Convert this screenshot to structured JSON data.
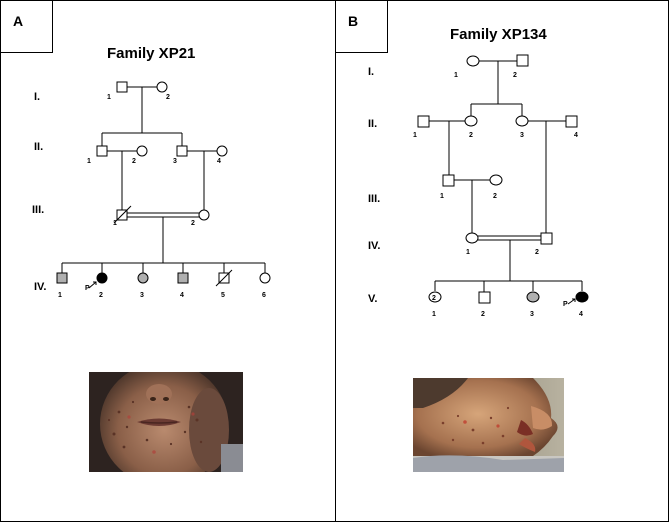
{
  "panelA": {
    "letter": "A",
    "title": "Family XP21",
    "generations": [
      "I.",
      "II.",
      "III.",
      "IV."
    ],
    "individuals": {
      "I1": "1",
      "I2": "2",
      "II1": "1",
      "II2": "2",
      "II3": "3",
      "II4": "4",
      "III1": "1",
      "III2": "2",
      "IV1": "1",
      "IV2": "2",
      "IV3": "3",
      "IV4": "4",
      "IV5": "5",
      "IV6": "6"
    },
    "proband_marker": "P",
    "photo": "clinical-photo-face"
  },
  "panelB": {
    "letter": "B",
    "title": "Family XP134",
    "generations": [
      "I.",
      "II.",
      "III.",
      "IV.",
      "V."
    ],
    "individuals": {
      "I1": "1",
      "I2": "2",
      "II1": "1",
      "II2": "2",
      "II3": "3",
      "II4": "4",
      "III1": "1",
      "III2": "2",
      "IV1": "1",
      "IV2": "2",
      "V1": "1",
      "V2": "2",
      "V3": "3",
      "V4": "4",
      "V1_inner": "2"
    },
    "proband_marker": "P",
    "photo": "clinical-photo-face-profile"
  },
  "colors": {
    "affected": "#000000",
    "carrier_grey": "#b0b0b0",
    "line": "#000000"
  }
}
